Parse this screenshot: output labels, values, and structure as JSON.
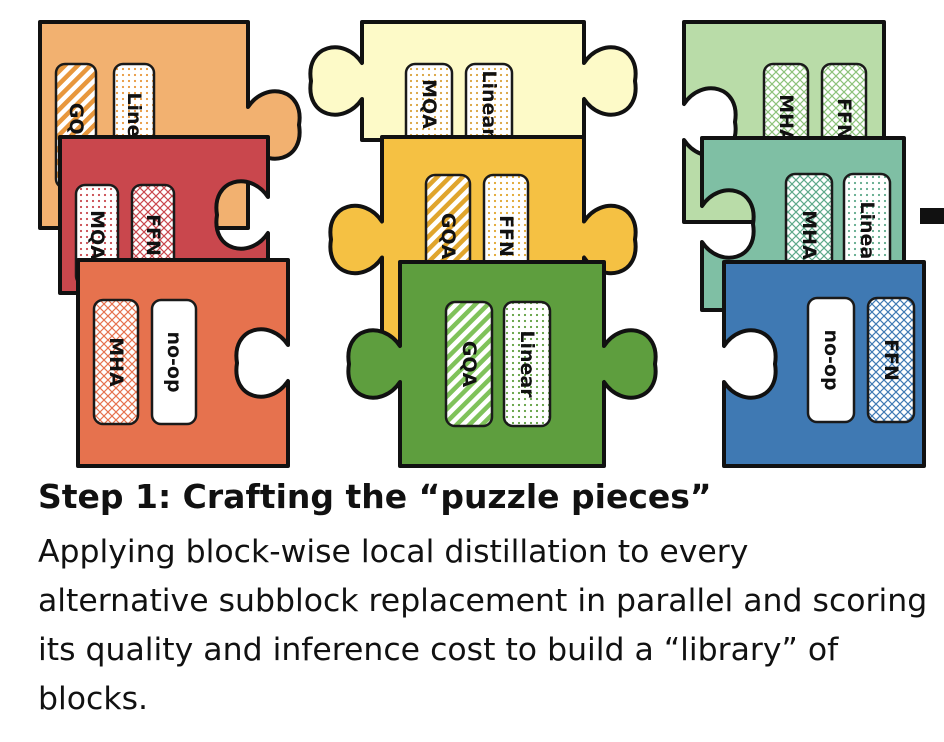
{
  "title": "Step 1: Crafting the “puzzle pieces”",
  "description": "Applying block-wise local distillation to every alternative subblock replacement in parallel and scoring its quality and inference cost to build a “library” of blocks.",
  "pieces": [
    {
      "name": "piece-orange-back",
      "color": "#f2b170",
      "blocks": [
        {
          "label": "GQA",
          "pattern": "stripe",
          "color": "#e8973c"
        },
        {
          "label": "Linear",
          "pattern": "dots",
          "color": "#e8973c"
        }
      ]
    },
    {
      "name": "piece-red-mid",
      "color": "#c9474d",
      "blocks": [
        {
          "label": "MQA",
          "pattern": "dots",
          "color": "#c9474d"
        },
        {
          "label": "FFN",
          "pattern": "cross",
          "color": "#c9474d"
        }
      ]
    },
    {
      "name": "piece-coral-front",
      "color": "#e6724e",
      "blocks": [
        {
          "label": "MHA",
          "pattern": "cross",
          "color": "#e6724e"
        },
        {
          "label": "no-op",
          "pattern": "plain",
          "color": "#ffffff"
        }
      ]
    },
    {
      "name": "piece-cream-back",
      "color": "#fdfac8",
      "blocks": [
        {
          "label": "MQA",
          "pattern": "dots",
          "color": "#d9a23a"
        },
        {
          "label": "Linear",
          "pattern": "dots",
          "color": "#d9a23a"
        }
      ]
    },
    {
      "name": "piece-gold-mid",
      "color": "#f5c143",
      "blocks": [
        {
          "label": "GQA",
          "pattern": "stripe",
          "color": "#e0a52c"
        },
        {
          "label": "FFN",
          "pattern": "dots",
          "color": "#e0a52c"
        }
      ]
    },
    {
      "name": "piece-green-front",
      "color": "#5e9e3e",
      "blocks": [
        {
          "label": "GQA",
          "pattern": "stripe",
          "color": "#7fc25a"
        },
        {
          "label": "Linear",
          "pattern": "dots",
          "color": "#5e9e3e"
        }
      ]
    },
    {
      "name": "piece-lightgreen-back",
      "color": "#b9dca8",
      "blocks": [
        {
          "label": "MHA",
          "pattern": "cross",
          "color": "#8cc27a"
        },
        {
          "label": "FFN",
          "pattern": "cross",
          "color": "#8cc27a"
        }
      ]
    },
    {
      "name": "piece-teal-mid",
      "color": "#7fbfa4",
      "blocks": [
        {
          "label": "MHA",
          "pattern": "cross",
          "color": "#5ea98a"
        },
        {
          "label": "Linear",
          "pattern": "dots",
          "color": "#5ea98a"
        }
      ]
    },
    {
      "name": "piece-blue-front",
      "color": "#3f79b3",
      "blocks": [
        {
          "label": "no-op",
          "pattern": "plain",
          "color": "#ffffff"
        },
        {
          "label": "FFN",
          "pattern": "cross",
          "color": "#3f79b3"
        }
      ]
    }
  ],
  "colors": {
    "outline": "#111111",
    "text": "#111111",
    "background": "#ffffff"
  }
}
